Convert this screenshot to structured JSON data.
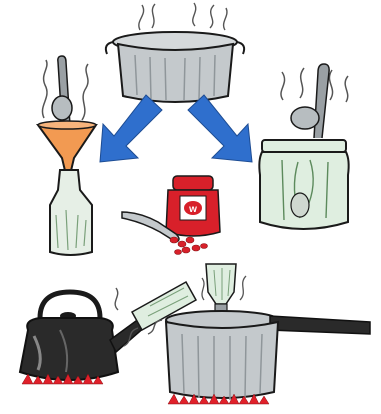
{
  "figure": {
    "jar_label": "w"
  },
  "colors": {
    "steel": "#c4c9cc",
    "steel_dark": "#8f969a",
    "outline": "#1a1a1a",
    "arrow_blue": "#2f6fcd",
    "funnel_orange": "#f29a52",
    "glass_green": "#dfeee0",
    "jar_red": "#d8202a",
    "flame_red": "#e0202a",
    "steam": "#555555"
  },
  "icons": [
    "stock-pot",
    "arrow-left",
    "arrow-right",
    "funnel-bottle",
    "glass-jar",
    "jam-jar",
    "spoon-with-beans",
    "kettle",
    "bottle-in-spout",
    "pressure-cooker",
    "flames"
  ]
}
